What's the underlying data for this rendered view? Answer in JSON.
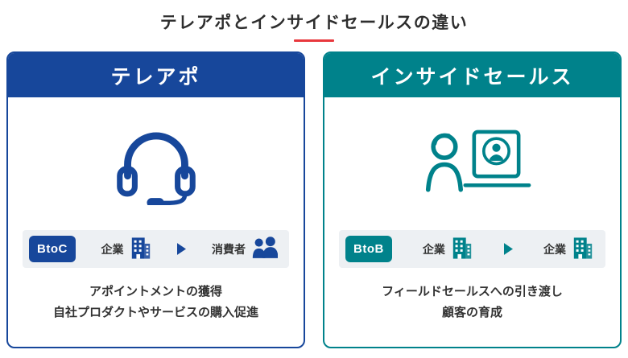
{
  "title": "テレアポとインサイドセールスの違い",
  "colors": {
    "navy": "#17479b",
    "teal": "#00828b",
    "accent_red": "#e8383d",
    "flow_background": "#edf0f3",
    "text": "#333333"
  },
  "cards": [
    {
      "header": "テレアポ",
      "theme": "navy",
      "main_icon": "headset-icon",
      "badge": "BtoC",
      "flow": [
        {
          "label": "企業",
          "icon": "building-icon"
        },
        {
          "label": "消費者",
          "icon": "consumers-icon"
        }
      ],
      "arrow_icon": "arrow-right-icon",
      "description_lines": [
        "アポイントメントの獲得",
        "自社プロダクトやサービスの購入促進"
      ]
    },
    {
      "header": "インサイドセールス",
      "theme": "teal",
      "main_icon": "video-call-icon",
      "badge": "BtoB",
      "flow": [
        {
          "label": "企業",
          "icon": "building-icon"
        },
        {
          "label": "企業",
          "icon": "building-icon"
        }
      ],
      "arrow_icon": "arrow-right-icon",
      "description_lines": [
        "フィールドセールスへの引き渡し",
        "顧客の育成"
      ]
    }
  ]
}
